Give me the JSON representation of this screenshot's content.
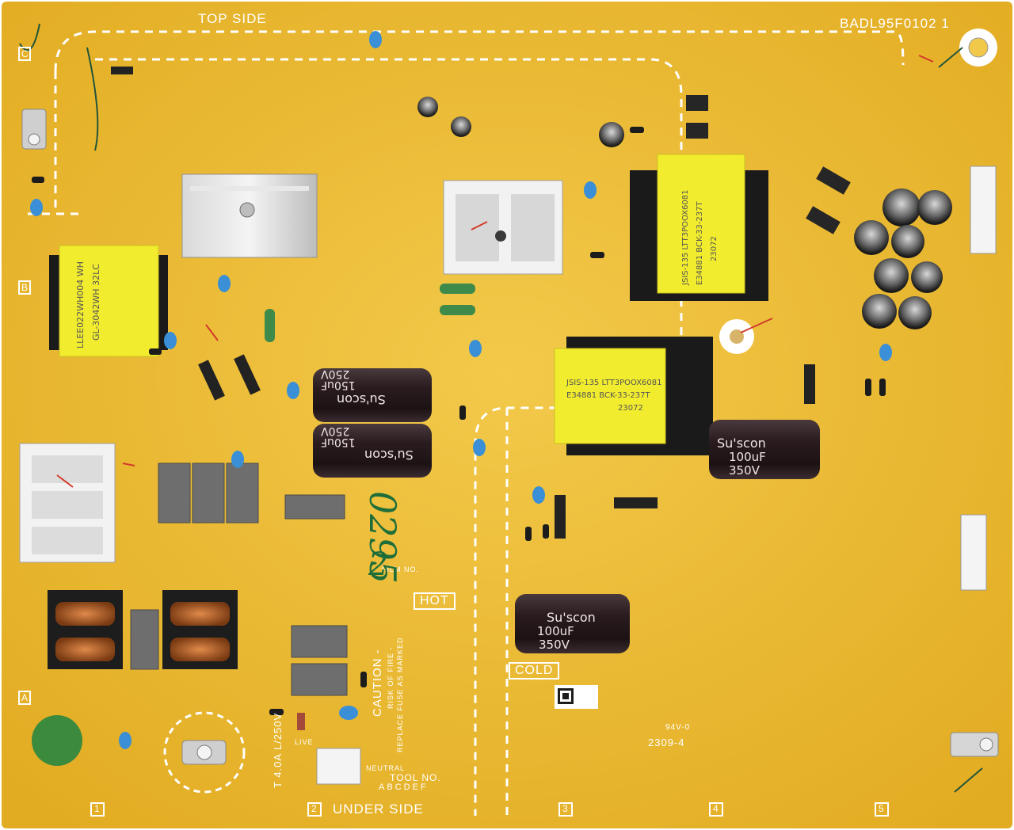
{
  "board": {
    "top_label": "TOP SIDE",
    "bottom_label": "UNDER SIDE",
    "part_number": "BADL95F0102 1",
    "hot_label": "HOT",
    "cold_label": "COLD",
    "caution_title": "CAUTION -",
    "caution_line1": "RISK OF FIRE -",
    "caution_line2": "REPLACE FUSE AS MARKED",
    "fuse_rating": "T 4.0A L/250V",
    "tool_no": "TOOL NO.",
    "tool_letters": "ABCDEF",
    "film_no": "FILM NO.",
    "live": "LIVE",
    "neutral": "NEUTRAL",
    "date_code": "2309-4",
    "rating": "94V-0",
    "handwriting_main": "0295",
    "handwriting_sub": "2",
    "col_markers": [
      "1",
      "2",
      "3",
      "4",
      "5"
    ],
    "row_markers": [
      "C",
      "B",
      "A"
    ]
  },
  "capacitors": [
    {
      "brand": "Su'scon",
      "value": "150uF",
      "voltage": "250V"
    },
    {
      "brand": "Su'scon",
      "value": "150uF",
      "voltage": "250V"
    },
    {
      "brand": "Su'scon",
      "value": "100uF",
      "voltage": "350V"
    },
    {
      "brand": "Su'scon",
      "value": "100uF",
      "voltage": "350V"
    }
  ],
  "transformers": [
    {
      "line1": "LLEE022WH004 WH",
      "line2": "GL-3042WH 32LC"
    },
    {
      "line1": "JSIS-135 LTT3POOX6081",
      "line2": "E34881 BCK-33-237T",
      "line3": "23072"
    },
    {
      "line1": "JSIS-135 LTT3POOX6081",
      "line2": "E34881 BCK-33-237T",
      "line3": "23072"
    }
  ],
  "colors": {
    "pcb": "#e8b628",
    "pcb_light": "#f1c84a",
    "silk": "#ffffff",
    "cap_body": "#2b1d20",
    "transformer": "#f2ec2e",
    "component_blue": "#3a8fd6"
  }
}
